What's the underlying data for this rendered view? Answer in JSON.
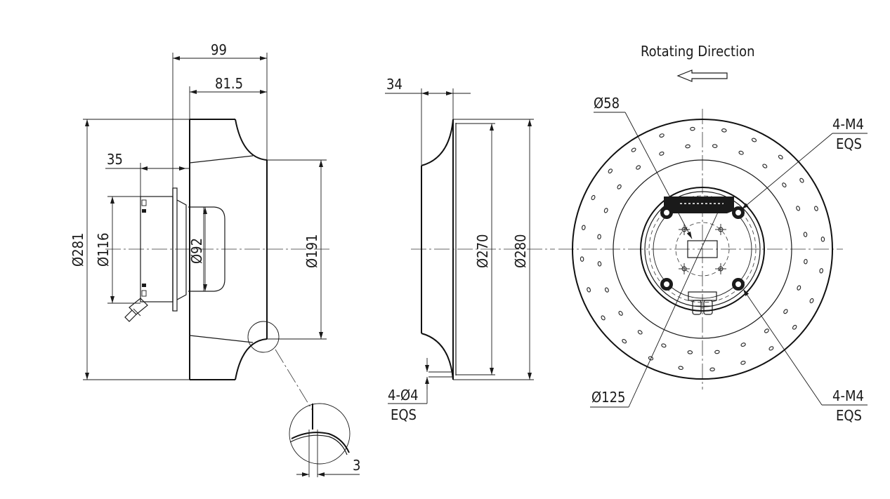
{
  "side_view": {
    "dim_99": "99",
    "dim_81_5": "81.5",
    "dim_35": "35",
    "dim_d281": "Ø281",
    "dim_d116": "Ø116",
    "dim_d92": "Ø92",
    "dim_d191": "Ø191"
  },
  "detail_view": {
    "dim_3": "3"
  },
  "section_view": {
    "dim_34": "34",
    "dim_d270": "Ø270",
    "dim_d280": "Ø280",
    "holes_label": "4-Ø4",
    "holes_eqs": "EQS"
  },
  "front_view": {
    "rotating_direction": "Rotating Direction",
    "dim_d58": "Ø58",
    "dim_d125": "Ø125",
    "thread_top_label": "4-M4",
    "thread_top_eqs": "EQS",
    "thread_bottom_label": "4-M4",
    "thread_bottom_eqs": "EQS"
  }
}
